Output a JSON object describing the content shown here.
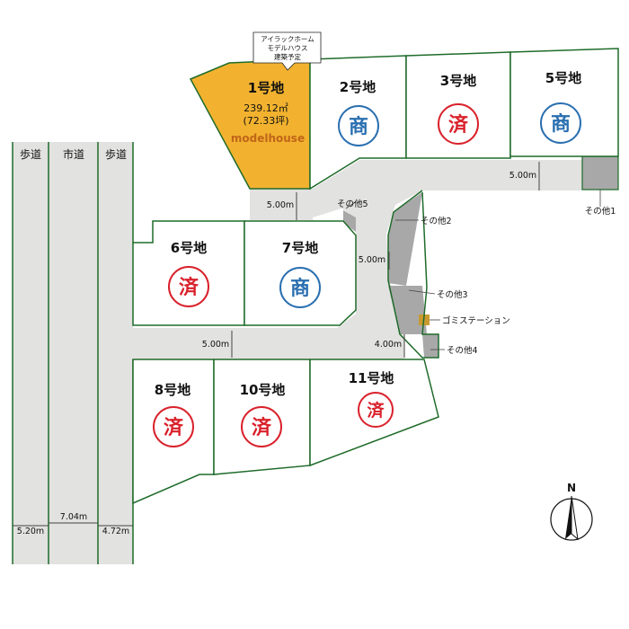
{
  "colors": {
    "lot_border": "#1f6b2a",
    "road": "#e2e2e0",
    "other_area": "#a8a8a8",
    "modelhouse_fill": "#f2b22f",
    "sold_red": "#d9212b",
    "commercial_blue": "#2a6fb0",
    "garbage": "#c99a2e"
  },
  "callout": {
    "line1": "アイラックホーム",
    "line2": "モデルハウス",
    "line3": "建築予定"
  },
  "lots": {
    "lot1": {
      "name": "1号地",
      "area": "239.12㎡",
      "tsubo": "(72.33坪)",
      "note": "modelhouse"
    },
    "lot2": {
      "name": "2号地",
      "badge": "商"
    },
    "lot3": {
      "name": "3号地",
      "badge": "済"
    },
    "lot5": {
      "name": "5号地",
      "badge": "商"
    },
    "lot6": {
      "name": "6号地",
      "badge": "済"
    },
    "lot7": {
      "name": "7号地",
      "badge": "商"
    },
    "lot8": {
      "name": "8号地",
      "badge": "済"
    },
    "lot10": {
      "name": "10号地",
      "badge": "済"
    },
    "lot11": {
      "name": "11号地",
      "badge": "済"
    }
  },
  "roads": {
    "sidewalk_left": "歩道",
    "city_road": "市道",
    "sidewalk_right": "歩道",
    "width_sidewalk_left": "5.20m",
    "width_city_road": "7.04m",
    "width_sidewalk_right": "4.72m",
    "road_top_right": "5.00m",
    "road_top_left": "5.00m",
    "road_middle": "5.00m",
    "road_lower": "5.00m",
    "road_lower_right": "4.00m"
  },
  "others": {
    "other1": "その他1",
    "other2": "その他2",
    "other3": "その他3",
    "other4": "その他4",
    "other5": "その他5",
    "garbage_station": "ゴミステーション"
  },
  "compass": {
    "label": "N"
  }
}
